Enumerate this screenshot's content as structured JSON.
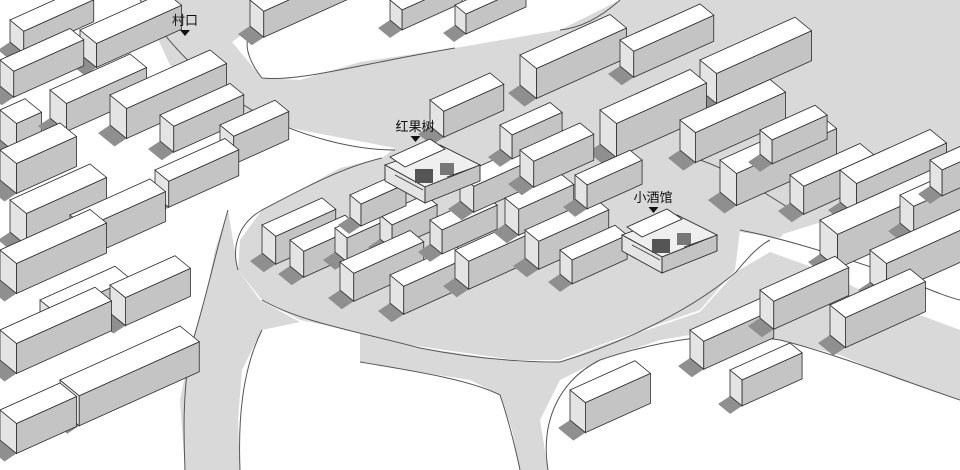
{
  "labels": {
    "village_entrance": "村口",
    "red_fruit_tree": "红果树",
    "small_tavern": "小酒馆"
  },
  "icons": {
    "marker": "triangle-down-icon"
  },
  "colors": {
    "road": "#d9d9d9",
    "road_edge": "#555555",
    "roof": "#ffffff",
    "left_wall": "#e4e4e4",
    "right_wall": "#c4c4c4",
    "shadow": "#8f8f8f",
    "outline": "#2b2b2b"
  }
}
